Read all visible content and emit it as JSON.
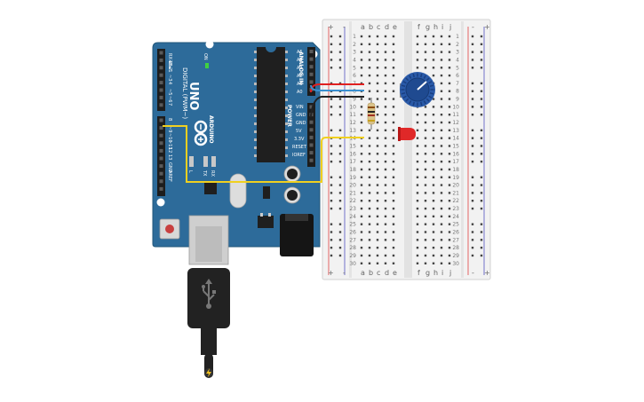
{
  "board": {
    "logo_text": "UNO",
    "brand_text": "ARDUINO",
    "on_label": "ON",
    "digital_label": "DIGITAL (PWM~)",
    "analog_label": "ANALOG IN",
    "power_label": "POWER",
    "aref_label": "AREF",
    "gnd_label": "GND",
    "tx_label": "TX",
    "rx_label": "RX",
    "l_label": "L",
    "digital_pins_top": [
      "RX◄0",
      "TX►1",
      "2",
      "~3",
      "4",
      "~5",
      "~6",
      "7"
    ],
    "digital_pins_bottom": [
      "8",
      "~9",
      "~10",
      "~11",
      "12",
      "13"
    ],
    "analog_pins": [
      "A5",
      "A4",
      "A3",
      "A2",
      "A1",
      "A0"
    ],
    "power_pins": [
      "VIN",
      "GND",
      "GND",
      "5V",
      "3.3V",
      "RESET",
      "IOREF"
    ]
  },
  "breadboard": {
    "columns_left": [
      "a",
      "b",
      "c",
      "d",
      "e"
    ],
    "columns_right": [
      "f",
      "g",
      "h",
      "i",
      "j"
    ],
    "plus_label": "+",
    "minus_label": "-",
    "row_count": 30
  },
  "components": {
    "potentiometer": "potentiometer",
    "resistor": "resistor",
    "led": "red-led",
    "usb_cable": "usb-cable"
  },
  "colors": {
    "board_blue": "#2d6b9a",
    "board_dark": "#235779",
    "wire_red": "#e02020",
    "wire_blue": "#3a90d0",
    "wire_black": "#222222",
    "wire_yellow": "#f0d020",
    "led_red": "#e02828",
    "pot_blue": "#2a5aa8"
  }
}
